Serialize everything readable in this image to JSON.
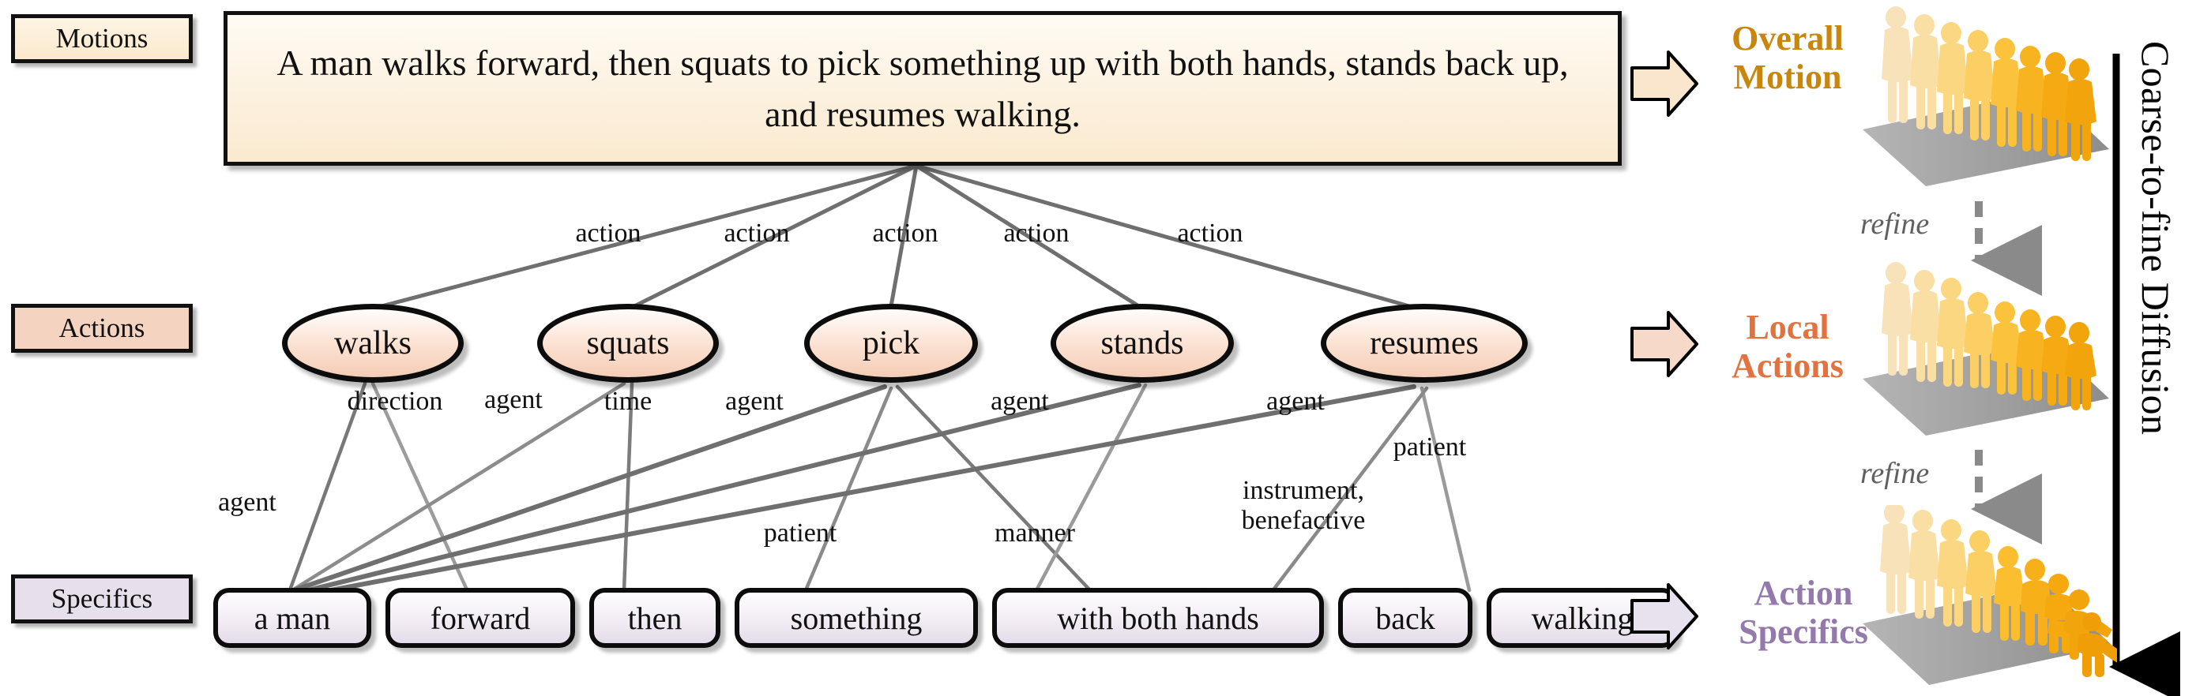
{
  "figure": {
    "rows": [
      {
        "id": "motions",
        "chip_label": "Motions"
      },
      {
        "id": "actions",
        "chip_label": "Actions"
      },
      {
        "id": "specifics",
        "chip_label": "Specifics"
      }
    ],
    "caption": "A man walks forward, then squats to pick something up with both hands, stands back up, and resumes walking.",
    "actions": [
      {
        "label": "walks"
      },
      {
        "label": "squats"
      },
      {
        "label": "pick"
      },
      {
        "label": "stands"
      },
      {
        "label": "resumes"
      }
    ],
    "specifics": [
      {
        "label": "a man"
      },
      {
        "label": "forward"
      },
      {
        "label": "then"
      },
      {
        "label": "something"
      },
      {
        "label": "with both hands"
      },
      {
        "label": "back"
      },
      {
        "label": "walking"
      }
    ],
    "edge_labels_top": [
      {
        "text": "action"
      },
      {
        "text": "action"
      },
      {
        "text": "action"
      },
      {
        "text": "action"
      },
      {
        "text": "action"
      }
    ],
    "edge_labels_mid": [
      {
        "text": "agent"
      },
      {
        "text": "direction"
      },
      {
        "text": "agent"
      },
      {
        "text": "time"
      },
      {
        "text": "agent"
      },
      {
        "text": "agent"
      },
      {
        "text": "agent"
      },
      {
        "text": "patient"
      },
      {
        "text": "patient"
      },
      {
        "text": "manner"
      },
      {
        "text": "instrument,\nbenefactive"
      }
    ]
  },
  "pipeline": {
    "stages": [
      {
        "title": "Overall\nMotion",
        "color": "#c8860d",
        "arrow_fill": "#fae6cc"
      },
      {
        "title": "Local\nActions",
        "color": "#e0733f",
        "arrow_fill": "#f6d9c8"
      },
      {
        "title": "Action\nSpecifics",
        "color": "#9479ad",
        "arrow_fill": "#e8e1ee"
      }
    ],
    "refine_label_1": "refine",
    "refine_label_2": "refine",
    "axis_label": "Coarse-to-fine Diffusion"
  },
  "colors": {
    "edge_stroke": "#6f6f6f",
    "edge_stroke_light": "#a8a8a8",
    "ink": "#111111",
    "refine_gray": "#707070",
    "platform": "#9c9c9c"
  }
}
